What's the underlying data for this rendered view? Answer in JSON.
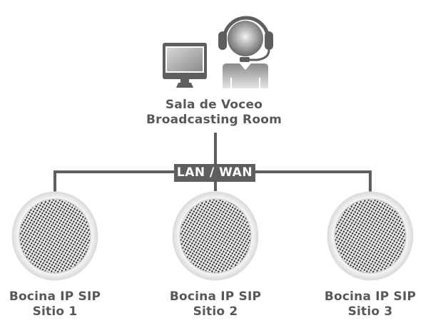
{
  "broadcast_room": {
    "label_line1": "Sala de Voceo",
    "label_line2": "Broadcasting Room",
    "icons": [
      "monitor-icon",
      "operator-headset-icon"
    ]
  },
  "network": {
    "label": "LAN / WAN"
  },
  "speakers": [
    {
      "line1": "Bocina IP SIP",
      "line2": "Sitio 1",
      "icon": "ceiling-speaker-icon"
    },
    {
      "line1": "Bocina IP SIP",
      "line2": "Sitio 2",
      "icon": "ceiling-speaker-icon"
    },
    {
      "line1": "Bocina IP SIP",
      "line2": "Sitio 3",
      "icon": "ceiling-speaker-icon"
    }
  ],
  "colors": {
    "line": "#5f5d5e",
    "text": "#5a5758",
    "label_text": "#ffffff",
    "background": "#ffffff"
  }
}
